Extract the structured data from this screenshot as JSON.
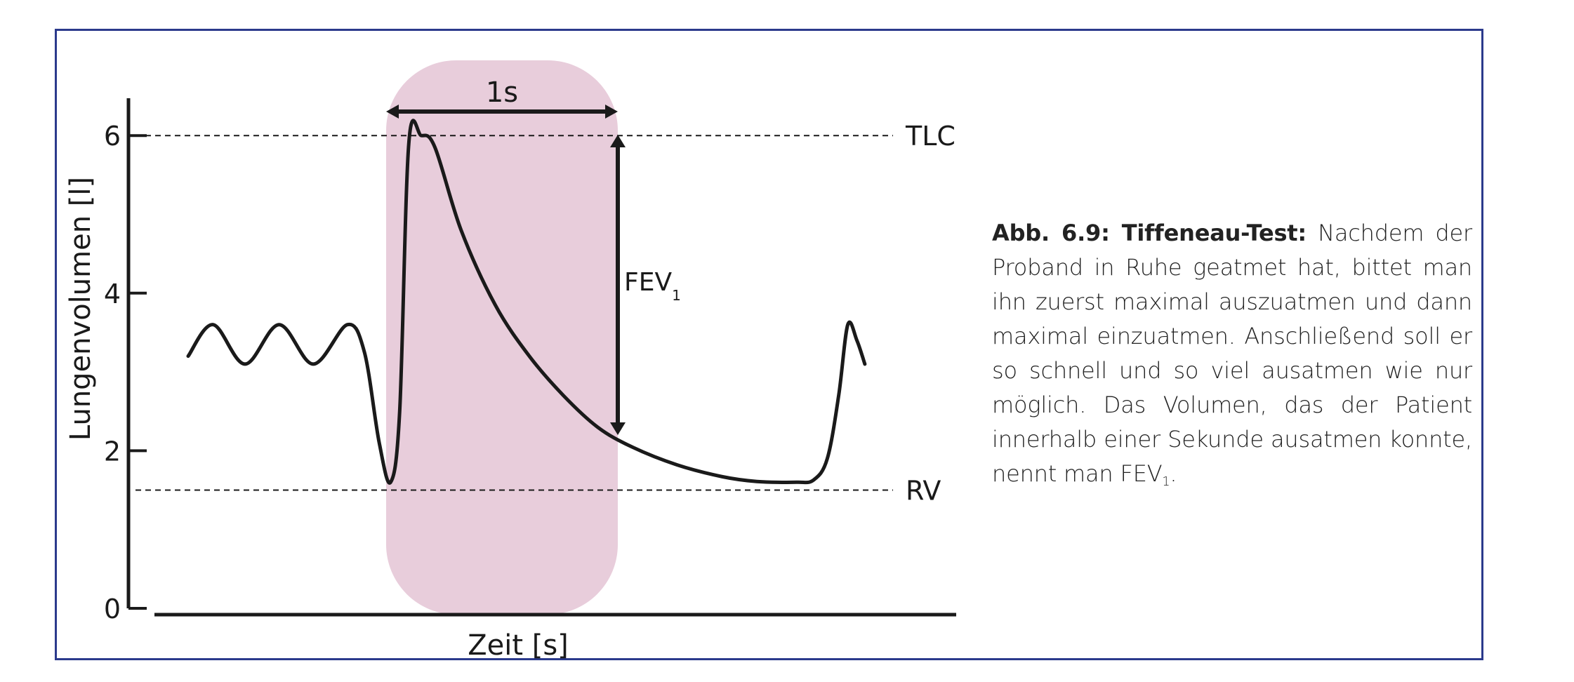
{
  "chart_data": {
    "type": "line",
    "title": "",
    "xlabel": "Zeit [s]",
    "ylabel": "Lungenvolumen [l]",
    "ylim": [
      0,
      6.6
    ],
    "yticks": [
      0,
      2,
      4,
      6
    ],
    "grid": false,
    "reference_lines": [
      {
        "label": "TLC",
        "y": 6
      },
      {
        "label": "RV",
        "y": 1.5
      }
    ],
    "highlight_window": {
      "label": "1s",
      "duration_s": 1
    },
    "annotations": [
      {
        "label": "FEV",
        "subscript": "1",
        "from_y": 6,
        "to_y": 2.2
      }
    ],
    "series": [
      {
        "points": [
          [
            0.0,
            3.2
          ],
          [
            0.22,
            3.6
          ],
          [
            0.5,
            3.1
          ],
          [
            0.8,
            3.6
          ],
          [
            1.1,
            3.1
          ],
          [
            1.4,
            3.6
          ],
          [
            1.55,
            3.25
          ],
          [
            1.68,
            2.1
          ],
          [
            1.78,
            1.6
          ],
          [
            1.86,
            2.5
          ],
          [
            1.94,
            5.9
          ],
          [
            2.05,
            6.0
          ],
          [
            2.17,
            5.85
          ],
          [
            2.4,
            4.8
          ],
          [
            2.7,
            3.85
          ],
          [
            3.0,
            3.2
          ],
          [
            3.3,
            2.7
          ],
          [
            3.6,
            2.3
          ],
          [
            3.9,
            2.05
          ],
          [
            4.3,
            1.82
          ],
          [
            4.7,
            1.67
          ],
          [
            5.0,
            1.61
          ],
          [
            5.35,
            1.6
          ],
          [
            5.5,
            1.63
          ],
          [
            5.62,
            1.9
          ],
          [
            5.72,
            2.7
          ],
          [
            5.8,
            3.6
          ],
          [
            5.88,
            3.4
          ],
          [
            5.95,
            3.1
          ]
        ]
      }
    ]
  },
  "caption": {
    "label": "Abb. 6.9: Tiffeneau-Test:",
    "text": "Nachdem der Proband in Ruhe geatmet hat, bittet man ihn zuerst maximal auszuatmen und dann maximal einzuatmen. Anschließend soll er so schnell und so viel ausatmen wie nur möglich. Das Volumen, das der Patient innerhalb einer Sekunde ausatmen konnte, nennt man FEV",
    "text_subscript": "1",
    "text_end": "."
  }
}
